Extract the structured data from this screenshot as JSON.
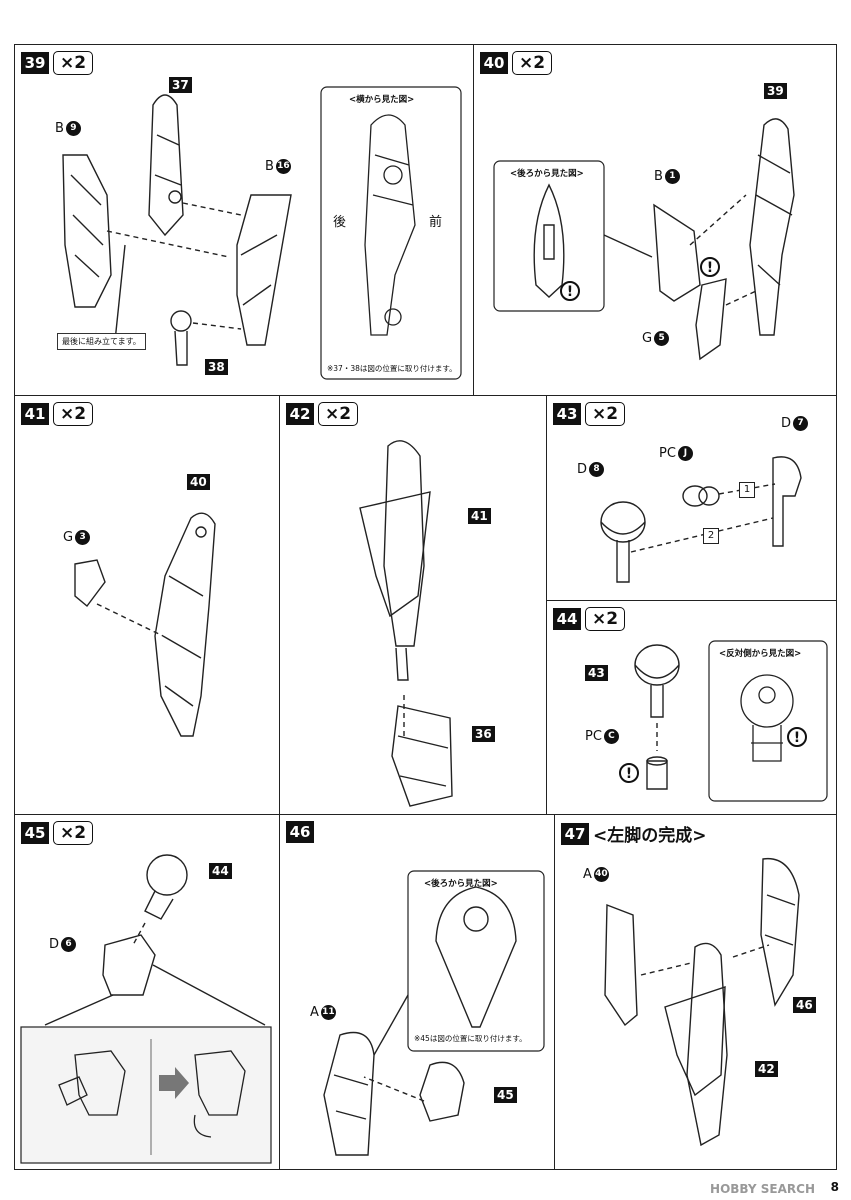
{
  "steps": {
    "s39": {
      "num": "39",
      "mult": "×2",
      "part_b9": "B",
      "n9": "9",
      "part_b16": "B",
      "n16": "16",
      "ref37": "37",
      "ref38": "38",
      "note": "最後に組み立てます。",
      "inset_title": "<横から見た図>",
      "back": "後",
      "front": "前",
      "inset_note": "※37・38は図の位置に取り付けます。"
    },
    "s40": {
      "num": "40",
      "mult": "×2",
      "ref39": "39",
      "part_b1": "B",
      "n1": "1",
      "part_g5": "G",
      "n5": "5",
      "inset_title": "<後ろから見た図>"
    },
    "s41": {
      "num": "41",
      "mult": "×2",
      "ref40": "40",
      "part_g3": "G",
      "n3": "3"
    },
    "s42": {
      "num": "42",
      "mult": "×2",
      "ref41": "41",
      "ref36": "36"
    },
    "s43": {
      "num": "43",
      "mult": "×2",
      "part_d8": "D",
      "n8": "8",
      "part_pcj": "PC",
      "nj": "J",
      "part_d7": "D",
      "n7": "7",
      "order1": "1",
      "order2": "2"
    },
    "s44": {
      "num": "44",
      "mult": "×2",
      "ref43": "43",
      "part_pcc": "PC",
      "nc": "C",
      "inset_title": "<反対側から見た図>"
    },
    "s45": {
      "num": "45",
      "mult": "×2",
      "ref44": "44",
      "part_d6": "D",
      "n6": "6"
    },
    "s46": {
      "num": "46",
      "part_a11": "A",
      "n11": "11",
      "ref45": "45",
      "inset_title": "<後ろから見た図>",
      "inset_note": "※45は図の位置に取り付けます。"
    },
    "s47": {
      "num": "47",
      "title": "<左脚の完成>",
      "part_a40": "A",
      "n40": "40",
      "ref46": "46",
      "ref42": "42"
    }
  },
  "warn_symbol": "!",
  "footer": {
    "logo": "HOBBY SEARCH",
    "page": "8"
  }
}
